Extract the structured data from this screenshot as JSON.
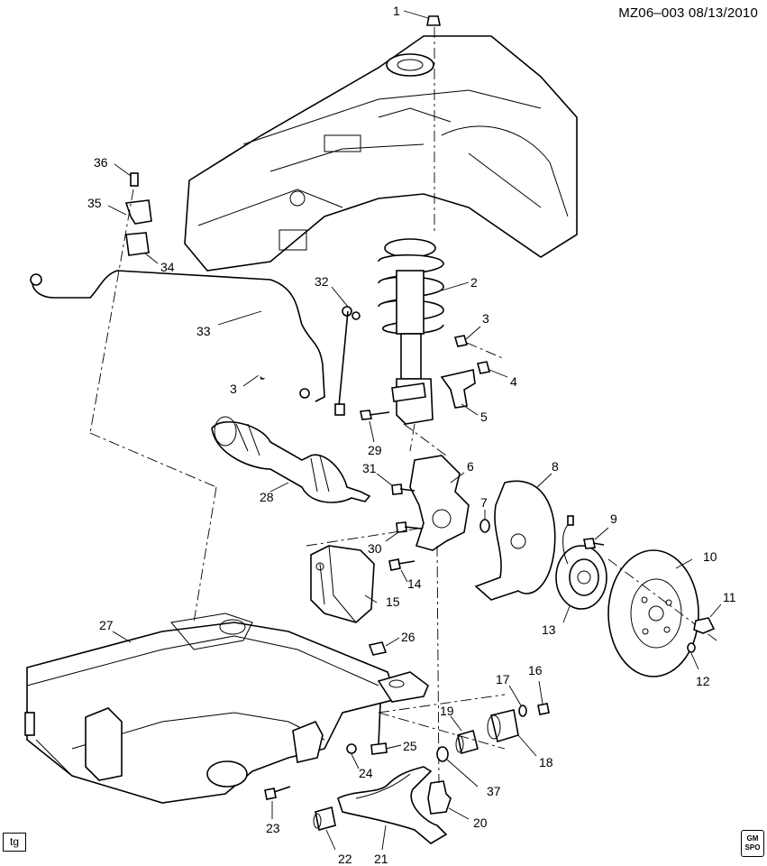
{
  "header": {
    "code": "MZ06–003  08/13/2010"
  },
  "stamp": {
    "tg": "tg",
    "logo_lines": [
      "GM",
      "SPO"
    ]
  },
  "callouts": {
    "c1": "1",
    "c2": "2",
    "c3a": "3",
    "c3b": "3",
    "c4": "4",
    "c5": "5",
    "c6": "6",
    "c7": "7",
    "c8": "8",
    "c9": "9",
    "c10": "10",
    "c11": "11",
    "c12": "12",
    "c13": "13",
    "c14": "14",
    "c15": "15",
    "c16": "16",
    "c17": "17",
    "c18": "18",
    "c19": "19",
    "c20": "20",
    "c21": "21",
    "c22": "22",
    "c23": "23",
    "c24": "24",
    "c25": "25",
    "c26": "26",
    "c27": "27",
    "c28": "28",
    "c29": "29",
    "c30": "30",
    "c31": "31",
    "c32": "32",
    "c33": "33",
    "c34": "34",
    "c35": "35",
    "c36": "36",
    "c37": "37"
  }
}
